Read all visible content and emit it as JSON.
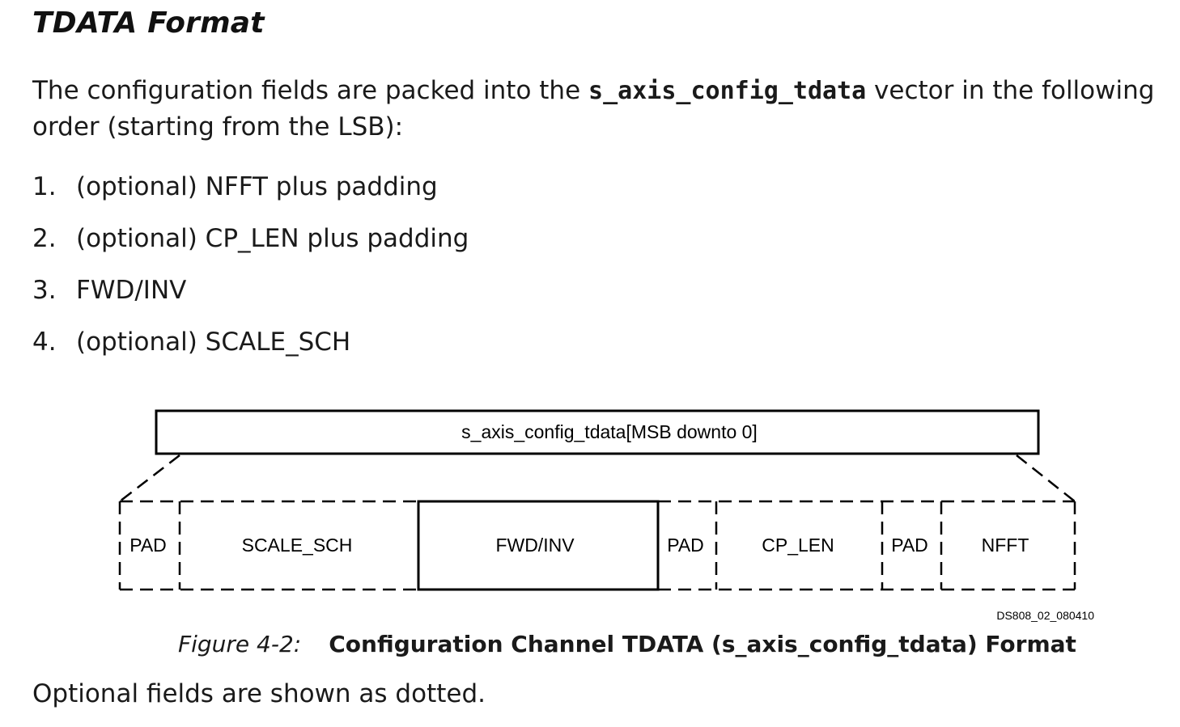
{
  "heading": "TDATA Format",
  "intro": {
    "before": "The configuration fields are packed into the ",
    "code": "s_axis_config_tdata",
    "after": " vector in the following order (starting from the LSB):"
  },
  "list": [
    {
      "num": "1.",
      "text": "(optional) NFFT plus padding"
    },
    {
      "num": "2.",
      "text": "(optional) CP_LEN plus padding"
    },
    {
      "num": "3.",
      "text": "FWD/INV"
    },
    {
      "num": "4.",
      "text": "(optional) SCALE_SCH"
    }
  ],
  "figure": {
    "vector_label": "s_axis_config_tdata[MSB downto 0]",
    "fields": [
      {
        "label": "PAD",
        "optional": true
      },
      {
        "label": "SCALE_SCH",
        "optional": true
      },
      {
        "label": "FWD/INV",
        "optional": false
      },
      {
        "label": "PAD",
        "optional": true
      },
      {
        "label": "CP_LEN",
        "optional": true
      },
      {
        "label": "PAD",
        "optional": true
      },
      {
        "label": "NFFT",
        "optional": true
      }
    ],
    "doc_id": "DS808_02_080410"
  },
  "caption": {
    "number": "Figure 4-2:",
    "title": "Configuration Channel TDATA (s_axis_config_tdata) Format"
  },
  "footer": "Optional fields are shown as dotted."
}
